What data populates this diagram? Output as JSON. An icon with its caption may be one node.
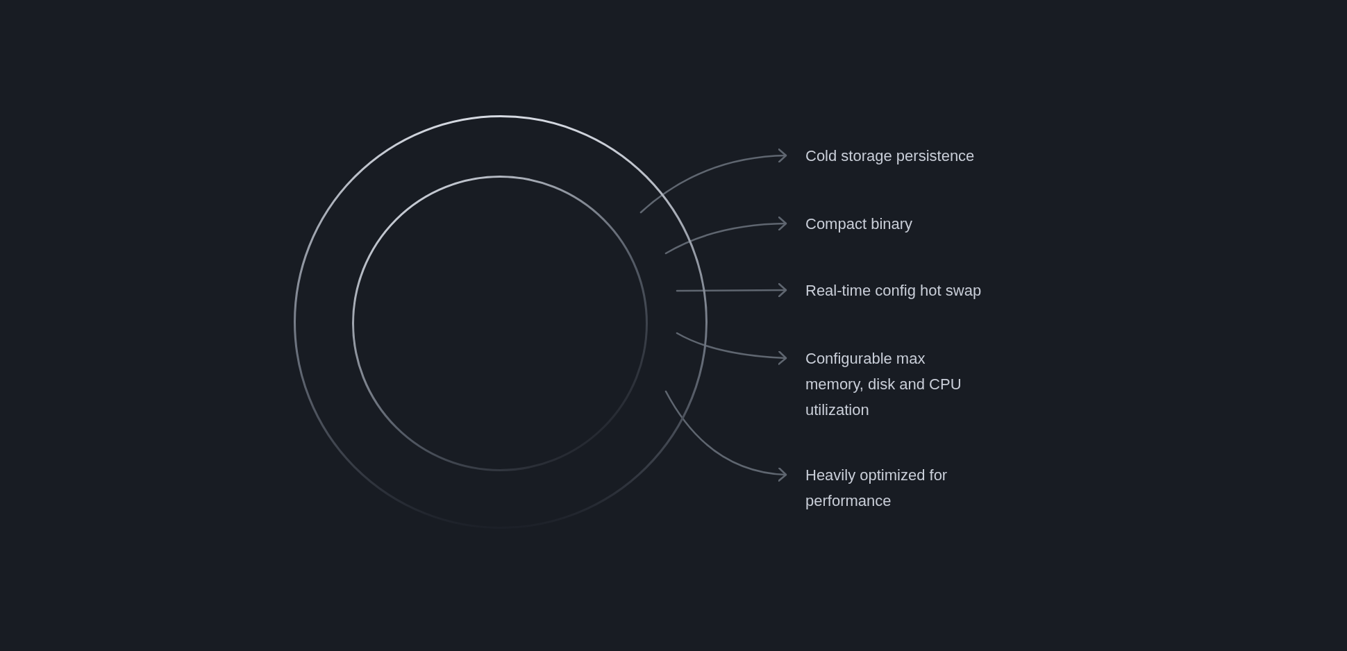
{
  "diagram": {
    "nodes": [
      {
        "text": [],
        "shape": "circle"
      },
      {
        "text": [],
        "shape": "circle",
        "in": 0
      },
      {
        "text": [
          "Cold storage persistence"
        ]
      },
      {
        "text": [
          "Compact binary"
        ]
      },
      {
        "text": [
          "Real-time config hot swap"
        ]
      },
      {
        "text": [
          "Configurable max memory, disk and CPU utilization"
        ]
      },
      {
        "text": [
          "Heavily optimized for performance"
        ]
      }
    ],
    "edges": [
      {
        "from": null,
        "to": 2,
        "arrow": "to"
      },
      {
        "from": null,
        "to": 3,
        "arrow": "to"
      },
      {
        "from": null,
        "to": 4,
        "arrow": "to"
      },
      {
        "from": null,
        "to": 5,
        "arrow": "to"
      },
      {
        "from": null,
        "to": 6,
        "arrow": "to"
      }
    ]
  }
}
